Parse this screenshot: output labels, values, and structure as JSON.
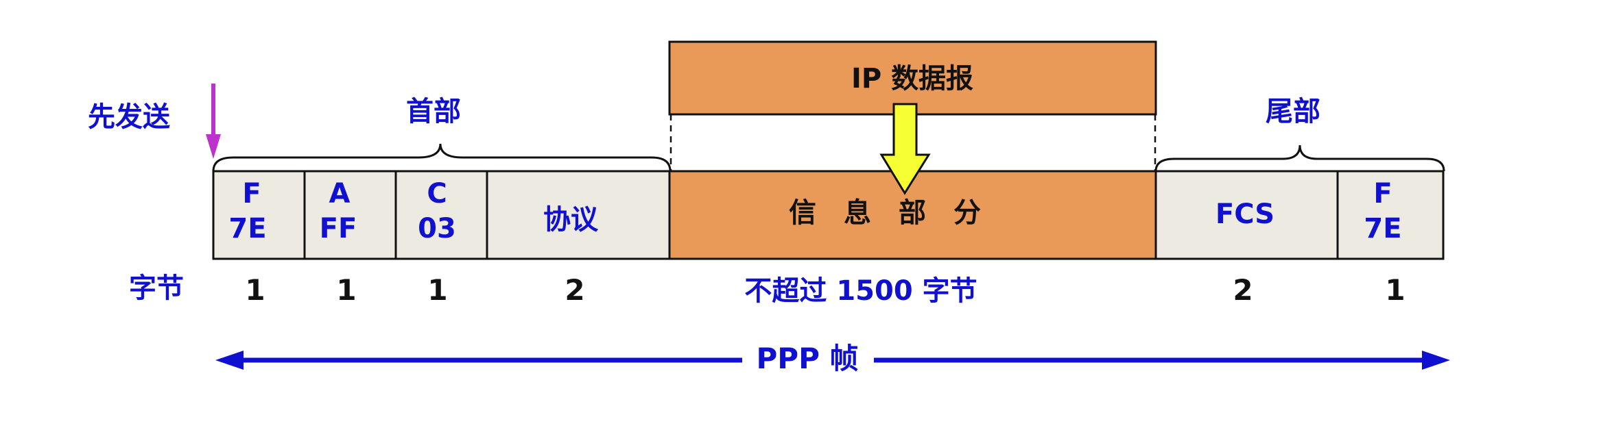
{
  "send_first_label": "先发送",
  "header_label": "首部",
  "trailer_label": "尾部",
  "ip_datagram_label": "IP 数据报",
  "info_part_label": "信　息　部　分",
  "bytes_row_label": "字节",
  "fields": {
    "flag_start": {
      "line1": "F",
      "line2": "7E"
    },
    "address": {
      "line1": "A",
      "line2": "FF"
    },
    "control": {
      "line1": "C",
      "line2": "03"
    },
    "protocol": {
      "label": "协议"
    },
    "fcs": {
      "label": "FCS"
    },
    "flag_end": {
      "line1": "F",
      "line2": "7E"
    }
  },
  "byte_counts": {
    "flag_start": "1",
    "address": "1",
    "control": "1",
    "protocol": "2",
    "info": "不超过 1500 字节",
    "fcs": "2",
    "flag_end": "1"
  },
  "frame_label": "PPP 帧",
  "colors": {
    "header_cell": "#edeae2",
    "info_cell": "#e99a58",
    "blue_text": "#1010d0",
    "send_arrow": "#bb33cc",
    "down_arrow": "#f5ff33"
  }
}
